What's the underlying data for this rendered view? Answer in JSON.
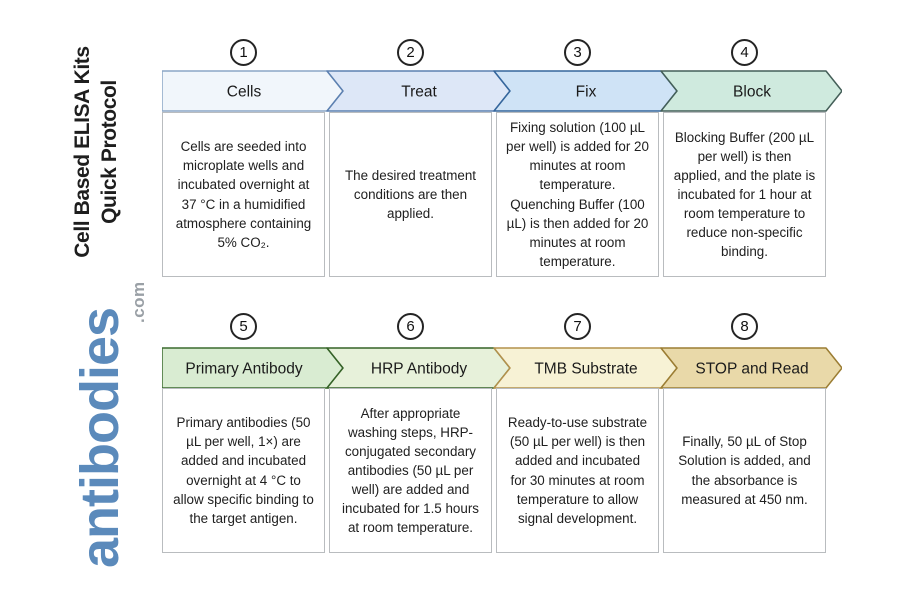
{
  "branding": {
    "title_line1": "Cell Based ELISA Kits",
    "title_line2": "Quick Protocol",
    "logo_name": "antibodies",
    "logo_tld": ".com",
    "logo_color": "#5b8abb",
    "tld_color": "#9aa0a6"
  },
  "rows": [
    {
      "steps": [
        {
          "number": "1",
          "label": "Cells",
          "fill": "#f1f6fb",
          "stroke": "#8ba6c6",
          "description": "Cells are seeded into microplate wells and incubated overnight at 37 °C in a humidified atmosphere containing 5% CO₂."
        },
        {
          "number": "2",
          "label": "Treat",
          "fill": "#dde7f7",
          "stroke": "#5c80b0",
          "description": "The desired treatment conditions are then applied."
        },
        {
          "number": "3",
          "label": "Fix",
          "fill": "#cfe3f6",
          "stroke": "#35669c",
          "description": "Fixing solution (100 µL per well) is added for 20 minutes at room temperature. Quenching Buffer (100 µL) is then added for 20 minutes at room temperature."
        },
        {
          "number": "4",
          "label": "Block",
          "fill": "#cfeade",
          "stroke": "#445f58",
          "description": "Blocking Buffer (200 µL per well) is then applied, and the plate is incubated for 1 hour at room temperature to reduce non-specific binding."
        }
      ]
    },
    {
      "steps": [
        {
          "number": "5",
          "label": "Primary Antibody",
          "fill": "#d9ecd2",
          "stroke": "#3a6b2e",
          "description": "Primary antibodies (50 µL per well, 1×) are added and incubated overnight at 4 °C to allow specific binding to the target antigen."
        },
        {
          "number": "6",
          "label": "HRP Antibody",
          "fill": "#e7f1da",
          "stroke": "#356227",
          "description": "After appropriate washing steps, HRP-conjugated secondary antibodies (50 µL per well) are added and incubated for 1.5 hours at room temperature."
        },
        {
          "number": "7",
          "label": "TMB Substrate",
          "fill": "#f7f2d5",
          "stroke": "#b3914c",
          "description": "Ready-to-use substrate (50 µL per well) is then added and incubated for 30 minutes at room temperature to allow signal development."
        },
        {
          "number": "8",
          "label": "STOP and Read",
          "fill": "#e9d9a9",
          "stroke": "#9b7d33",
          "description": "Finally, 50 µL of Stop Solution is added, and the absorbance is measured at 450 nm."
        }
      ]
    }
  ]
}
